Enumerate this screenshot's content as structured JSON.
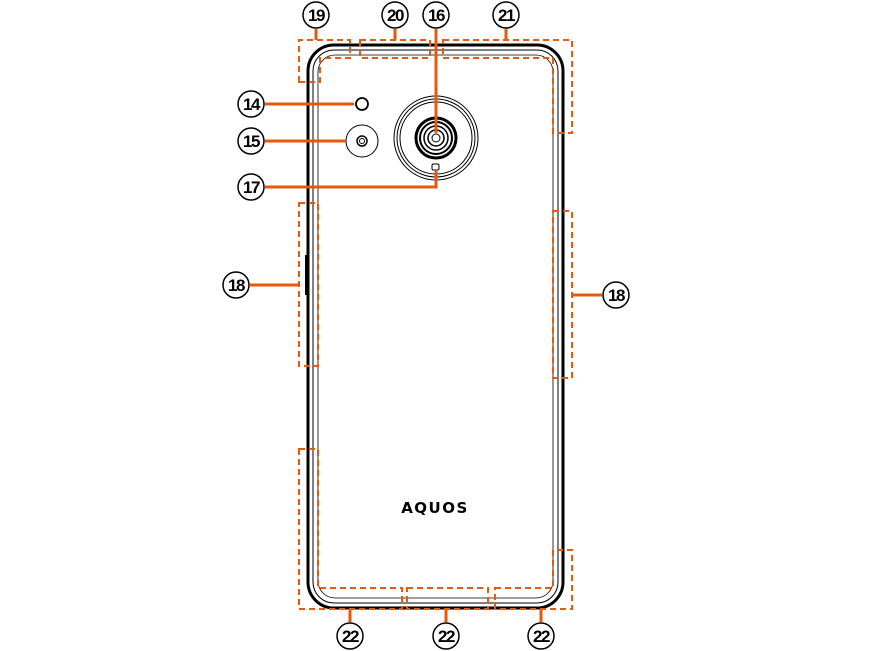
{
  "brand_text": "AQUOS",
  "accent_color": "#e8590c",
  "callouts": {
    "c14": "14",
    "c15": "15",
    "c16": "16",
    "c17": "17",
    "c18_left": "18",
    "c18_right": "18",
    "c19": "19",
    "c20": "20",
    "c21": "21",
    "c22_left": "22",
    "c22_mid": "22",
    "c22_right": "22"
  }
}
